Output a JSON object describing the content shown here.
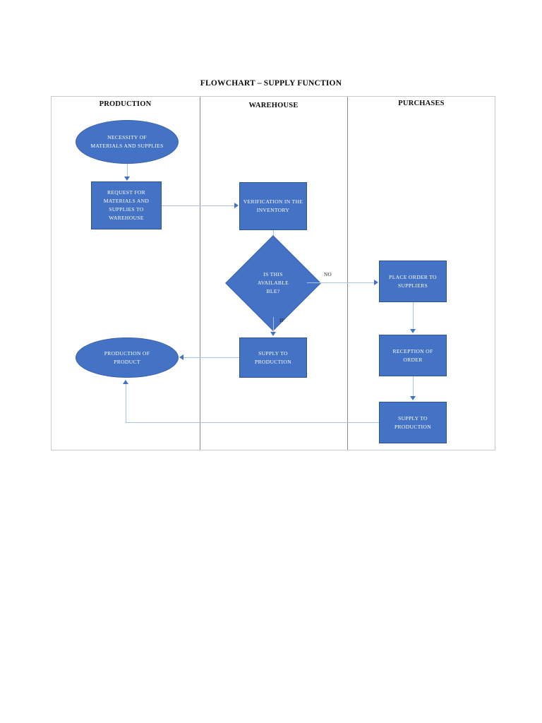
{
  "document": {
    "title": "FLOWCHART – SUPPLY FUNCTION"
  },
  "lanes": [
    {
      "id": "production",
      "label": "PRODUCTION"
    },
    {
      "id": "warehouse",
      "label": "WAREHOUSE"
    },
    {
      "id": "purchases",
      "label": "PURCHASES"
    }
  ],
  "nodes": [
    {
      "id": "necessity",
      "lane": "production",
      "shape": "ellipse",
      "label": "NECESSITY OF\nMATERIALS AND SUPPLIES"
    },
    {
      "id": "request",
      "lane": "production",
      "shape": "rectangle",
      "label": "REQUEST FOR\nMATERIALS AND\nSUPPLIES TO\nWAREHOUSE"
    },
    {
      "id": "verification",
      "lane": "warehouse",
      "shape": "rectangle",
      "label": "VERIFICATION IN THE\nINVENTORY"
    },
    {
      "id": "available",
      "lane": "warehouse",
      "shape": "diamond",
      "label": "IS THIS\nAVAILABLE\nBLE?"
    },
    {
      "id": "supply-wh",
      "lane": "warehouse",
      "shape": "rectangle",
      "label": "SUPPLY TO\nPRODUCTION"
    },
    {
      "id": "production",
      "lane": "production",
      "shape": "ellipse",
      "label": "PRODUCTION OF\nPRODUCT"
    },
    {
      "id": "place-order",
      "lane": "purchases",
      "shape": "rectangle",
      "label": "PLACE ORDER TO\nSUPPLIERS"
    },
    {
      "id": "reception",
      "lane": "purchases",
      "shape": "rectangle",
      "label": "RECEPTION OF\nORDER"
    },
    {
      "id": "supply-pu",
      "lane": "purchases",
      "shape": "rectangle",
      "label": "SUPPLY TO\nPRODUCTION"
    }
  ],
  "edge_labels": {
    "no": "NO",
    "if": "IF"
  },
  "colors": {
    "shape_fill": "#4472c4",
    "shape_border": "#2f5496",
    "shape_text": "#ffffff",
    "connector": "#a8c4e8",
    "arrow_head": "#4472c4",
    "lane_divider": "#8c8c8c",
    "frame_border": "#c9c9c9",
    "page_background": "#ffffff",
    "title_text": "#0d0d0d"
  }
}
